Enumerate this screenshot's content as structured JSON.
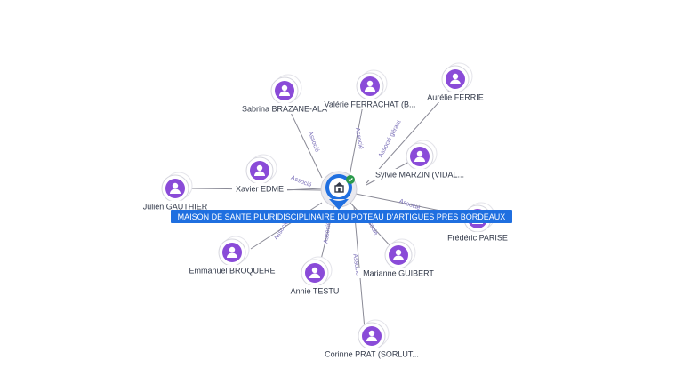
{
  "colors": {
    "person_node": "#8a4bd8",
    "company_node": "#1f6fe0",
    "edge": "#8a8a96",
    "edge_label": "#7a6fb8",
    "verified_badge": "#2a9a4b"
  },
  "center": {
    "label": "MAISON DE SANTE PLURIDISCIPLINAIRE DU POTEAU D'ARTIGUES PRES BORDEAUX",
    "icon": "company-building-icon",
    "badge_icon": "check-icon"
  },
  "edge_label": "Associé",
  "people": [
    {
      "name": "Sabrina BRAZANE-ALA",
      "relation": "Associé"
    },
    {
      "name": "Valérie FERRACHAT (B...",
      "relation": "Associé"
    },
    {
      "name": "Aurélie FERRIE",
      "relation": "Associé gérant"
    },
    {
      "name": "Sylvie MARZIN (VIDAL...",
      "relation": "Associé"
    },
    {
      "name": "Xavier EDME",
      "relation": "Associé"
    },
    {
      "name": "Julien GAUTHIER",
      "relation": "Associé"
    },
    {
      "name": "Frédéric PARISE",
      "relation": "Associé"
    },
    {
      "name": "Emmanuel BROQUERE",
      "relation": "Associé"
    },
    {
      "name": "Annie TESTU",
      "relation": "Associé"
    },
    {
      "name": "Marianne GUIBERT",
      "relation": "Associé"
    },
    {
      "name": "Corinne PRAT (SORLUT...",
      "relation": "Associé"
    }
  ]
}
